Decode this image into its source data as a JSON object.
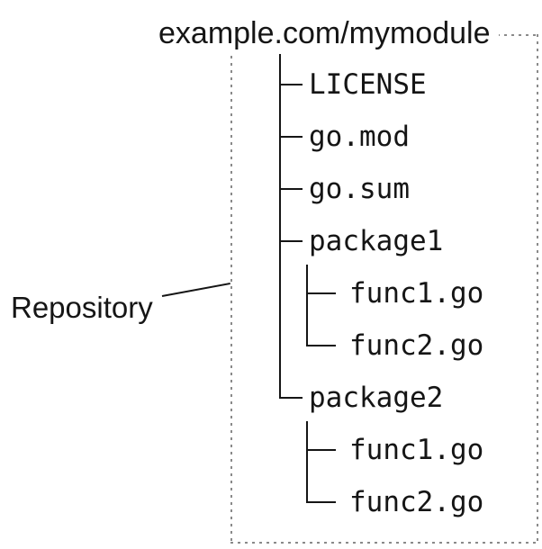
{
  "title": {
    "label": "example.com/mymodule"
  },
  "annotation": {
    "label": "Repository"
  },
  "tree": {
    "items": [
      {
        "label": "LICENSE",
        "type": "file"
      },
      {
        "label": "go.mod",
        "type": "file"
      },
      {
        "label": "go.sum",
        "type": "file"
      },
      {
        "label": "package1",
        "type": "directory",
        "children": [
          {
            "label": "func1.go",
            "type": "file"
          },
          {
            "label": "func2.go",
            "type": "file"
          }
        ]
      },
      {
        "label": "package2",
        "type": "directory",
        "children": [
          {
            "label": "func1.go",
            "type": "file"
          },
          {
            "label": "func2.go",
            "type": "file"
          }
        ]
      }
    ]
  },
  "colors": {
    "text": "#151515",
    "tree_line": "#151515",
    "boundary_dots": "#8a8a8a",
    "background": "#ffffff"
  }
}
